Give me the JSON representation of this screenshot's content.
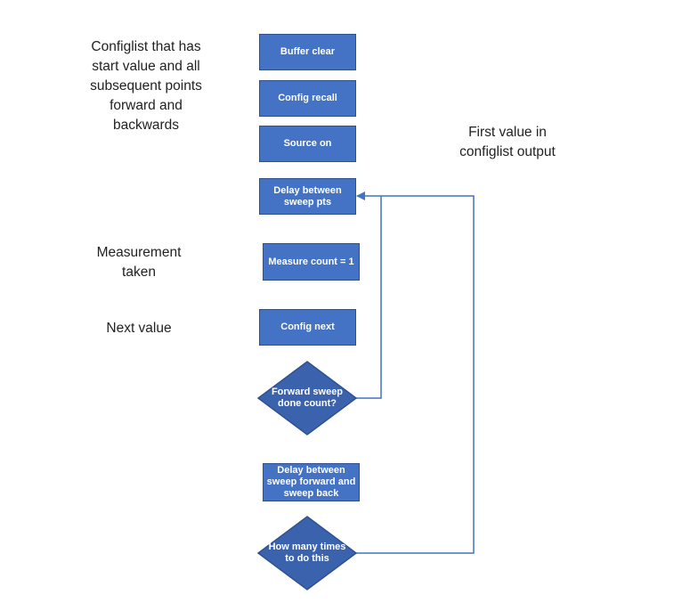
{
  "colors": {
    "fill": "#4472C4",
    "stroke": "#2F528F",
    "connector": "#4472C4",
    "diamond_fill": "#3A62AD"
  },
  "nodes": {
    "buffer_clear": "Buffer clear",
    "config_recall": "Config recall",
    "source_on": "Source on",
    "delay_sweep_pts": "Delay between sweep pts",
    "measure_count": "Measure count = 1",
    "config_next": "Config next",
    "forward_sweep_done": "Forward sweep done count?",
    "delay_forward_back": "Delay between sweep forward and sweep back",
    "how_many_times": "How many times to do this"
  },
  "annotations": {
    "configlist": "Configlist that has start value and all subsequent points forward and backwards",
    "first_value": "First value in configlist output",
    "measurement": "Measurement taken",
    "next_value": "Next value"
  }
}
